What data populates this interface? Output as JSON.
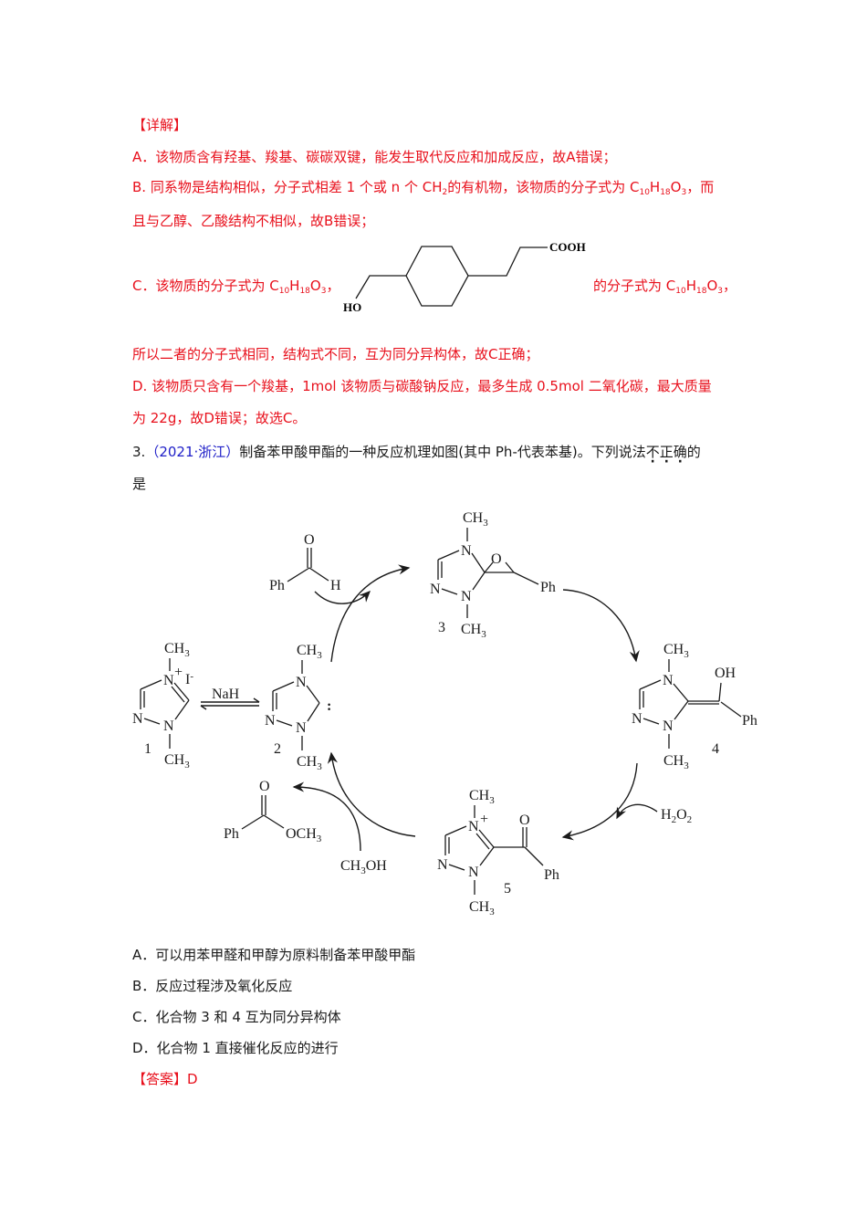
{
  "detail": {
    "header": "【详解】",
    "A": "A．该物质含有羟基、羧基、碳碳双键，能发生取代反应和加成反应，故A错误；",
    "B_pre": "B. 同系物是结构相似，分子式相差 1 个或 n 个 CH",
    "B_sub2": "2",
    "B_mid": "的有机物，该物质的分子式为 C",
    "B_line2": "且与乙醇、乙酸结构不相似，故B错误；",
    "C_pre": "C．该物质的分子式为 C",
    "C_post": "的分子式为 C",
    "formula": {
      "c_sub": "10",
      "h": "H",
      "h_sub": "18",
      "o": "O",
      "o_sub": "3"
    },
    "B_tail": "，而",
    "C_comma": "，",
    "C_line2": "所以二者的分子式相同，结构式不同，互为同分异构体，故C正确；",
    "D_line1": "D. 该物质只含有一个羧基，1mol 该物质与碳酸钠反应，最多生成 0.5mol 二氧化碳，最大质量",
    "D_line2": "为 22g，故D错误；故选C。",
    "structure": {
      "left_label": "HO",
      "right_label": "COOH"
    }
  },
  "question": {
    "number": "3.",
    "source": "（2021·浙江）",
    "stem_part1": "制备苯甲酸甲酯的一种反应机理如图(其中 Ph-代表苯基)。下列说法",
    "stem_emph": [
      "不",
      "正",
      "确"
    ],
    "stem_part2": "的",
    "stem_line2": "是",
    "diagram": {
      "ch3": "CH",
      "sub3": "3",
      "n": "N",
      "nplus": "+",
      "iodide": "I",
      "iminus": "-",
      "nah": "NaH",
      "ph": "Ph",
      "o": "O",
      "h": "H",
      "oh": "OH",
      "colon": ":",
      "h2o2_h": "H",
      "h2o2_sub": "2",
      "h2o2_o": "O",
      "och3": "OCH",
      "ch3oh_pre": "CH",
      "ch3oh_post": "OH",
      "labels": [
        "1",
        "2",
        "3",
        "4",
        "5"
      ]
    },
    "options": [
      "A．可以用苯甲醛和甲醇为原料制备苯甲酸甲酯",
      "B．反应过程涉及氧化反应",
      "C．化合物 3 和 4 互为同分异构体",
      "D．化合物 1 直接催化反应的进行"
    ],
    "answer": "【答案】D"
  },
  "colors": {
    "red": "#e8101c",
    "blue": "#2020c8",
    "text": "#1a1a1a"
  }
}
